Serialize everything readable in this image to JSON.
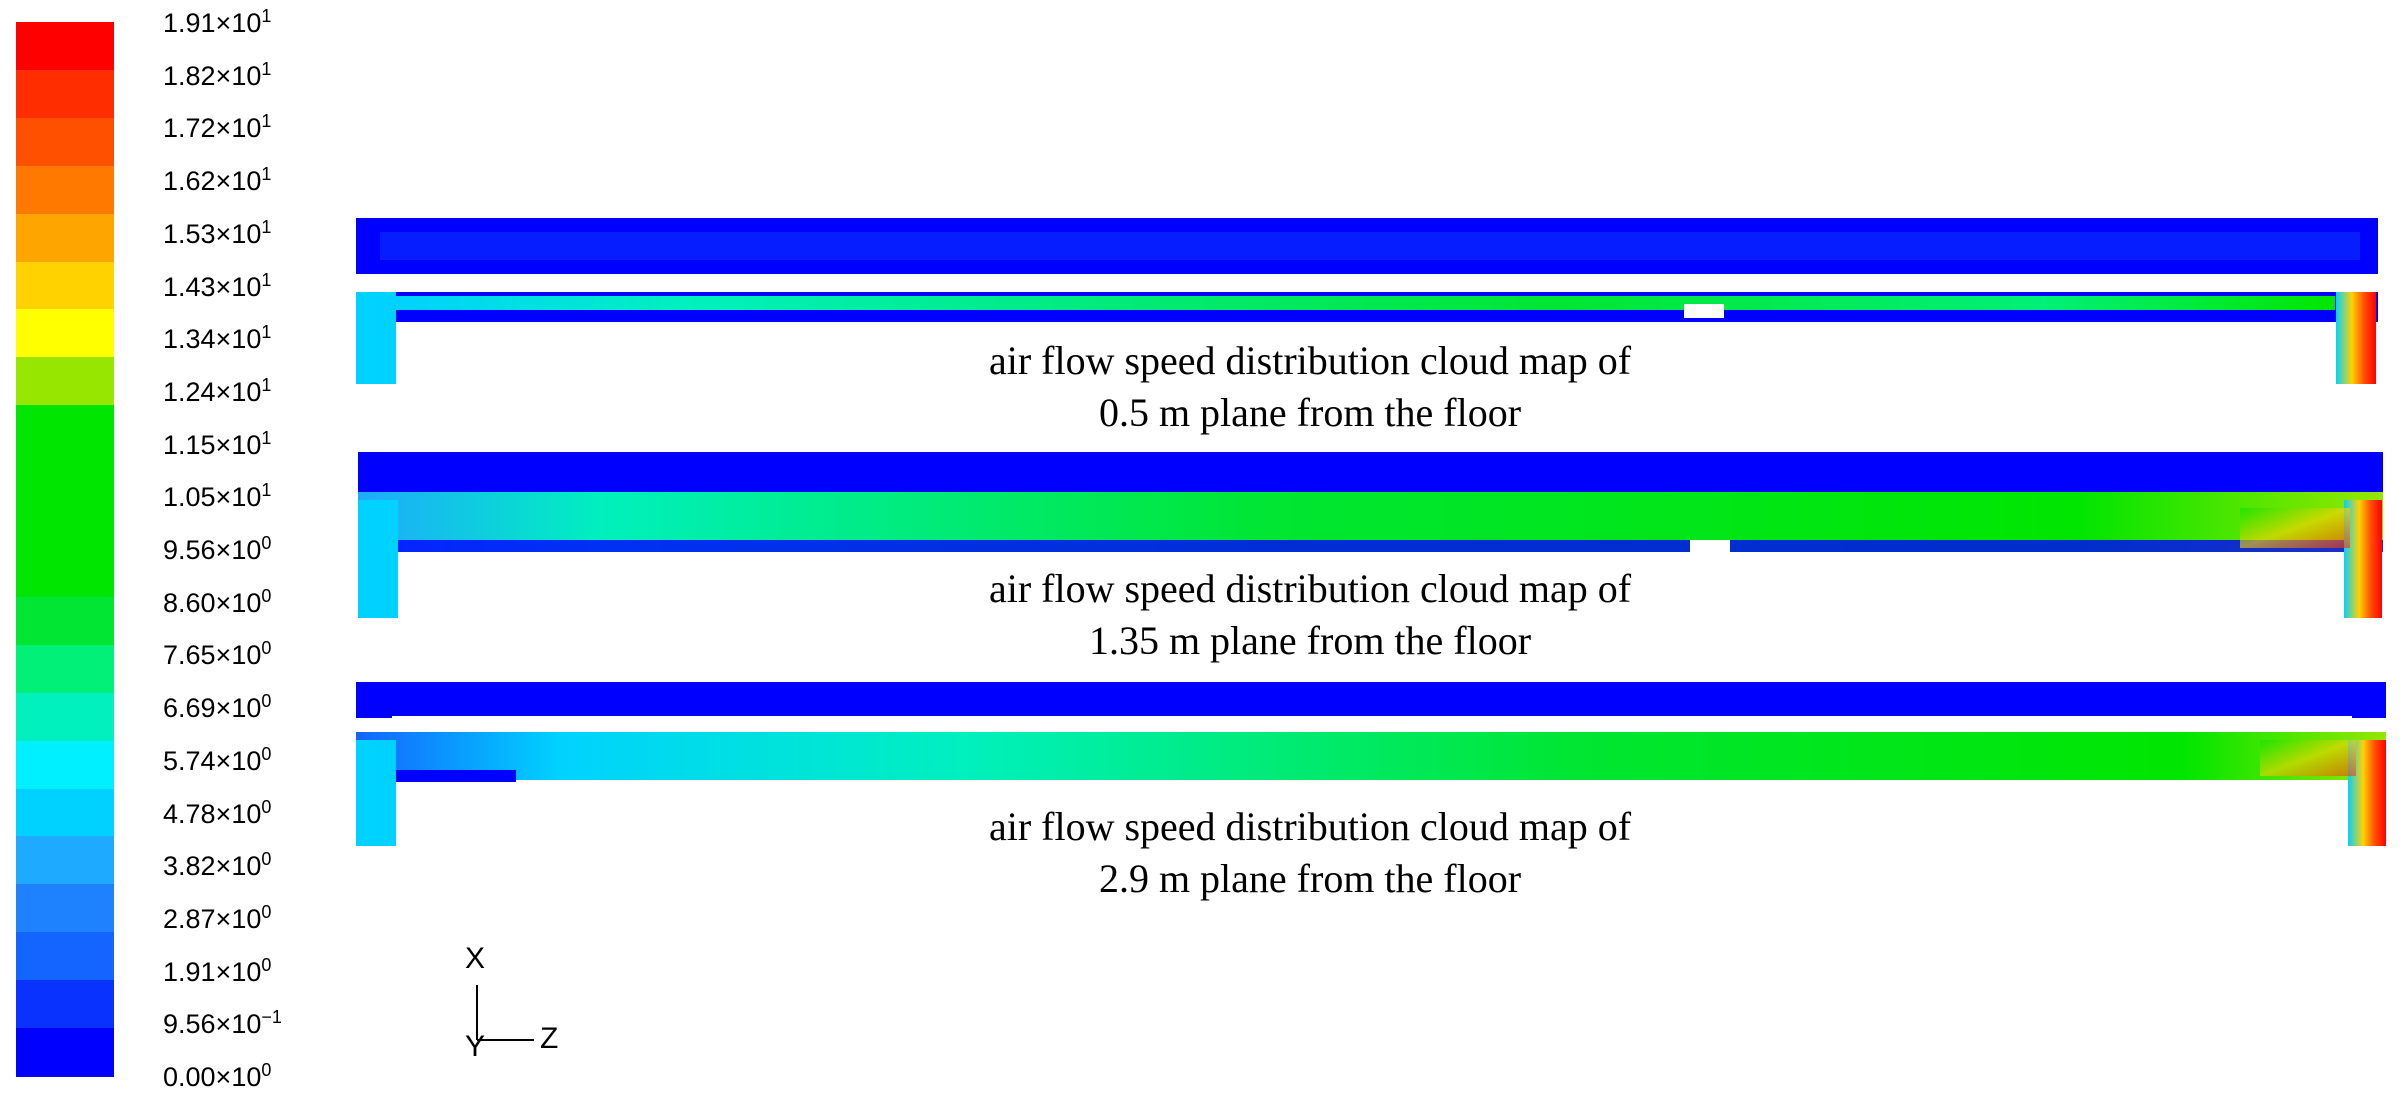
{
  "legend": {
    "colors": [
      "#0000ff",
      "#0a32ff",
      "#1464ff",
      "#1e82ff",
      "#1eaaff",
      "#00d2ff",
      "#00f0ff",
      "#00f0be",
      "#00f078",
      "#00e632",
      "#00e600",
      "#00e600",
      "#00e600",
      "#00e600",
      "#96e600",
      "#ffff00",
      "#ffd200",
      "#ffa500",
      "#ff7800",
      "#ff5000",
      "#ff2d00",
      "#ff0000"
    ],
    "labels": [
      {
        "mantissa": "1.91",
        "exp": "1"
      },
      {
        "mantissa": "1.82",
        "exp": "1"
      },
      {
        "mantissa": "1.72",
        "exp": "1"
      },
      {
        "mantissa": "1.62",
        "exp": "1"
      },
      {
        "mantissa": "1.53",
        "exp": "1"
      },
      {
        "mantissa": "1.43",
        "exp": "1"
      },
      {
        "mantissa": "1.34",
        "exp": "1"
      },
      {
        "mantissa": "1.24",
        "exp": "1"
      },
      {
        "mantissa": "1.15",
        "exp": "1"
      },
      {
        "mantissa": "1.05",
        "exp": "1"
      },
      {
        "mantissa": "9.56",
        "exp": "0"
      },
      {
        "mantissa": "8.60",
        "exp": "0"
      },
      {
        "mantissa": "7.65",
        "exp": "0"
      },
      {
        "mantissa": "6.69",
        "exp": "0"
      },
      {
        "mantissa": "5.74",
        "exp": "0"
      },
      {
        "mantissa": "4.78",
        "exp": "0"
      },
      {
        "mantissa": "3.82",
        "exp": "0"
      },
      {
        "mantissa": "2.87",
        "exp": "0"
      },
      {
        "mantissa": "1.91",
        "exp": "0"
      },
      {
        "mantissa": "9.56",
        "exp": "−1"
      },
      {
        "mantissa": "0.00",
        "exp": "0"
      }
    ],
    "times_symbol": "×10"
  },
  "panels": [
    {
      "caption_line1": "air flow speed distribution cloud map of",
      "caption_line2": "0.5 m plane from the floor"
    },
    {
      "caption_line1": "air flow speed distribution cloud map of",
      "caption_line2": "1.35 m plane from the floor"
    },
    {
      "caption_line1": "air flow speed distribution cloud map of",
      "caption_line2": "2.9 m plane from the floor"
    }
  ],
  "axes": {
    "vertical_label": "X",
    "horizontal_label": "Z",
    "out_of_plane_label": "Y"
  },
  "colors": {
    "low": "#0000ff",
    "mid": "#00e600",
    "high": "#ff0000",
    "cyan": "#00d2ff"
  }
}
